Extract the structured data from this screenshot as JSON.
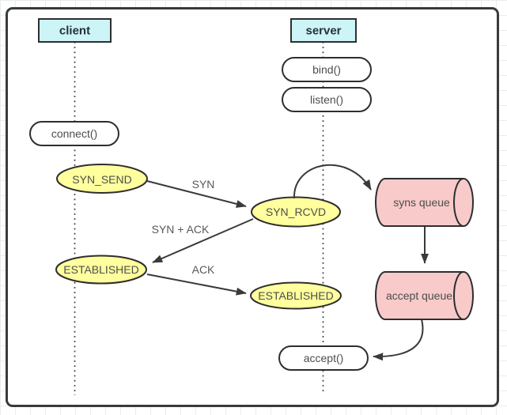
{
  "diagram": {
    "actors": {
      "client": "client",
      "server": "server"
    },
    "calls": {
      "bind": "bind()",
      "listen": "listen()",
      "connect": "connect()",
      "accept": "accept()"
    },
    "states": {
      "syn_send": "SYN_SEND",
      "syn_rcvd": "SYN_RCVD",
      "established_client": "ESTABLISHED",
      "established_server": "ESTABLISHED"
    },
    "queues": {
      "syns": "syns queue",
      "accept": "accept queue"
    },
    "messages": {
      "syn": "SYN",
      "syn_ack": "SYN + ACK",
      "ack": "ACK"
    },
    "colors": {
      "actor_fill": "#cdf4f7",
      "state_fill": "#ffff9e",
      "queue_fill": "#f8caca",
      "call_fill": "#ffffff",
      "stroke": "#2e2e2e",
      "edge_stroke": "#3a3a3a",
      "label_text": "#595959",
      "actor_text": "#25313a",
      "grid_line": "#e9ecee"
    }
  }
}
